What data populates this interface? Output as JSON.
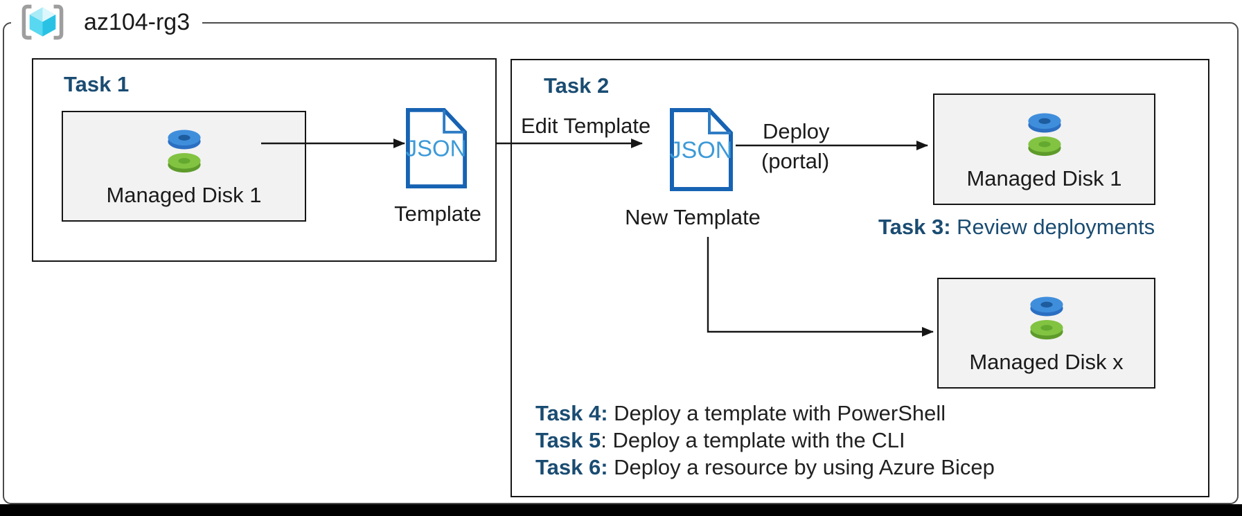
{
  "resource_group": {
    "name": "az104-rg3"
  },
  "task1": {
    "title": "Task 1",
    "disk_label": "Managed Disk 1",
    "file_type": "JSON",
    "file_label": "Template"
  },
  "task2": {
    "title": "Task 2",
    "edit_arrow_label": "Edit Template",
    "file_type": "JSON",
    "file_label": "New Template",
    "deploy_arrow_label": "Deploy",
    "deploy_arrow_sublabel": "(portal)",
    "disk1_label": "Managed Disk 1",
    "task3": {
      "prefix": "Task 3:",
      "text": " Review deployments"
    },
    "diskx_label": "Managed Disk x",
    "tasks": [
      {
        "prefix": "Task 4:",
        "text": " Deploy a template with PowerShell"
      },
      {
        "prefix": "Task 5",
        "text": ": Deploy a template with the CLI"
      },
      {
        "prefix": "Task 6:",
        "text": " Deploy a resource by using Azure Bicep"
      }
    ]
  },
  "colors": {
    "navy": "#1a4c72",
    "json_border": "#1763b3",
    "json_fold": "#2e7cc4",
    "json_text": "#3d9ad8",
    "box_fill": "#f2f2f2",
    "disk_blue_top": "#3f8edc",
    "disk_blue_side": "#2b6fc2",
    "disk_green_top": "#82c342",
    "disk_green_side": "#5e9b2b",
    "cube_cyan": "#29c2e5",
    "bracket_gray": "#9e9e9e"
  }
}
